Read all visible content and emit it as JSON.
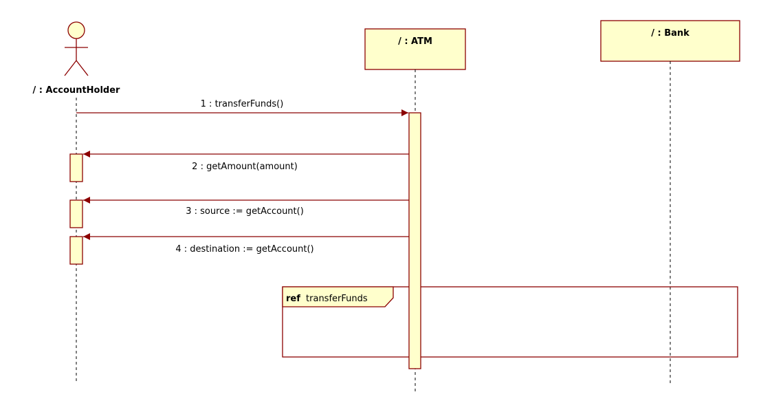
{
  "colors": {
    "line": "#8b0000",
    "fill": "#ffffcc",
    "lifeline": "#000000"
  },
  "actor": {
    "label": "/ : AccountHolder",
    "icon": "stick-figure-icon"
  },
  "objects": {
    "atm": {
      "label": "/ : ATM"
    },
    "bank": {
      "label": "/ : Bank"
    }
  },
  "messages": {
    "m1": "1 : transferFunds()",
    "m2": "2 : getAmount(amount)",
    "m3": "3 : source := getAccount()",
    "m4": "4 : destination := getAccount()"
  },
  "fragment": {
    "keyword": "ref",
    "name": "transferFunds"
  }
}
